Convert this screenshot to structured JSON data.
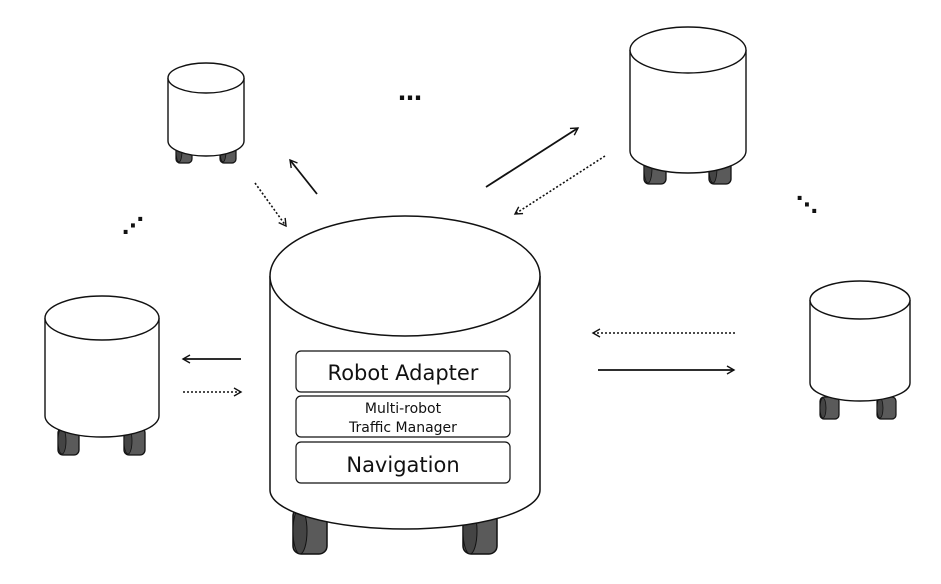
{
  "central_robot": {
    "modules": [
      {
        "id": "robot-adapter",
        "lines": [
          "Robot Adapter"
        ]
      },
      {
        "id": "traffic-manager",
        "lines": [
          "Multi-robot",
          "Traffic Manager"
        ]
      },
      {
        "id": "navigation",
        "lines": [
          "Navigation"
        ]
      }
    ]
  },
  "ellipsis_glyphs": {
    "top": "…",
    "left": "⋰",
    "right": "⋱"
  },
  "colors": {
    "stroke": "#111111",
    "wheel_fill": "#5a5a5a",
    "wheel_dark": "#444444",
    "body_fill": "#ffffff"
  }
}
